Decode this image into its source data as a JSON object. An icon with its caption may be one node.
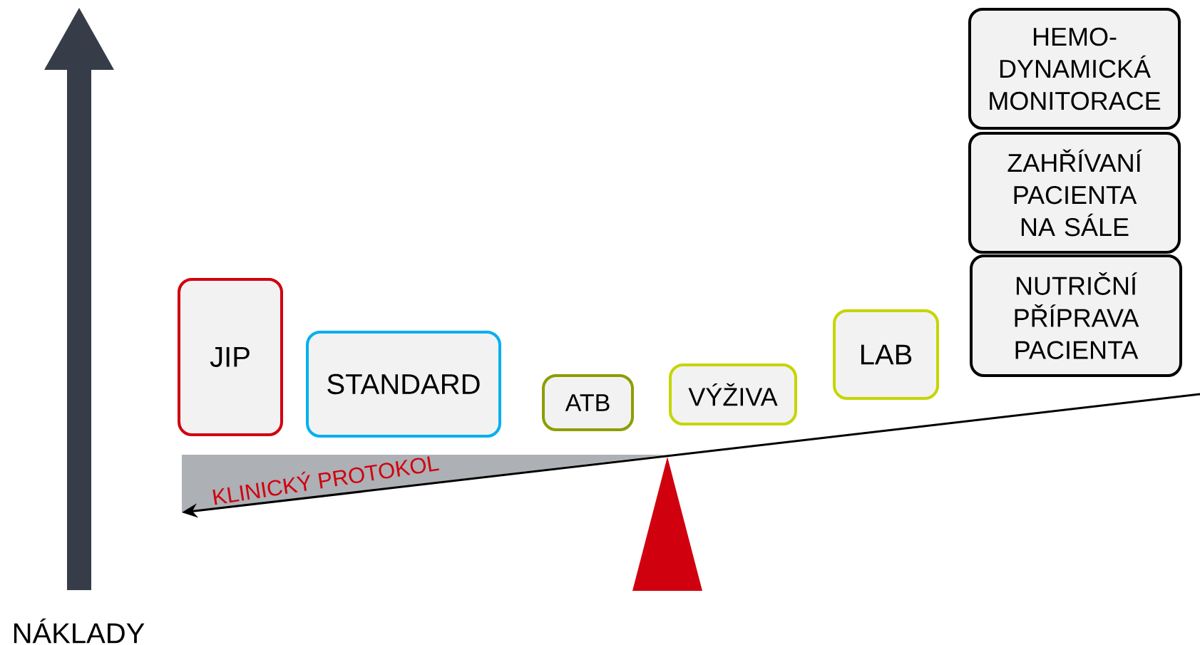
{
  "diagram": {
    "nodes": [
      {
        "text": [
          "JIP"
        ]
      },
      {
        "text": [
          "STANDARD"
        ]
      },
      {
        "text": [
          "ATB"
        ]
      },
      {
        "text": [
          "VÝŽIVA"
        ]
      },
      {
        "text": [
          "LAB"
        ]
      },
      {
        "text": [
          "HEMO- DYNAMICKÁ MONITORACE"
        ]
      },
      {
        "text": [
          "ZAHŘÍVANÍ PACIENTA NA SÁLE"
        ]
      },
      {
        "text": [
          "NUTRIČNÍ PŘÍPRAVA PACIENTA"
        ]
      }
    ],
    "labels": [
      "KLINICKÝ PROTOKOL",
      "NÁKLADY"
    ]
  }
}
